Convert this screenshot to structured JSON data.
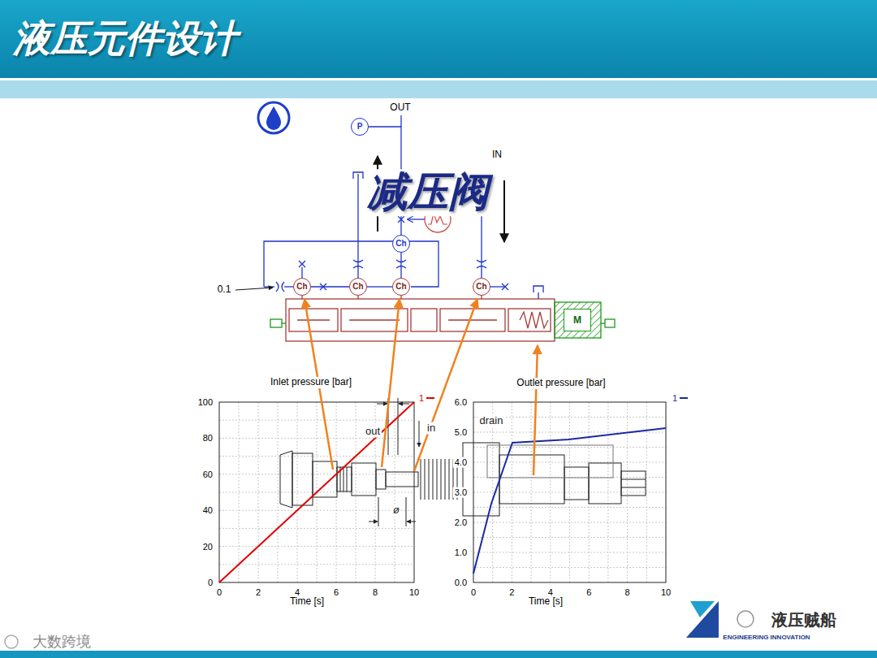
{
  "diagram": {
    "title": "液压元件设计",
    "nodes": [
      {
        "text": [
          "P"
        ]
      },
      {
        "text": [
          "Ch"
        ]
      },
      {
        "text": [
          "Ch"
        ]
      },
      {
        "text": [
          "Ch"
        ]
      },
      {
        "text": [
          "Ch"
        ]
      },
      {
        "text": [
          "Ch"
        ]
      },
      {
        "text": [
          "M"
        ]
      }
    ],
    "edges": [
      {
        "from": 0,
        "to": 1,
        "arrow": "none"
      },
      {
        "from": 1,
        "to": 4,
        "arrow": "none"
      },
      {
        "from": 2,
        "to": 3,
        "arrow": "none"
      },
      {
        "from": 3,
        "to": 4,
        "arrow": "none"
      }
    ],
    "labels": [
      "OUT",
      "IN",
      "减压阀",
      "0.1",
      "Inlet pressure [bar]",
      "out",
      "in",
      "ø",
      "100",
      "80",
      "60",
      "40",
      "20",
      "0",
      "0",
      "2",
      "4",
      "6",
      "8",
      "10",
      "Time [s]",
      "Outlet pressure [bar]",
      "drain",
      "6.0",
      "5.0",
      "4.0",
      "3.0",
      "2.0",
      "1.0",
      "0.0",
      "0",
      "2",
      "4",
      "6",
      "8",
      "10",
      "Time [s]",
      "液压贼船",
      "ENGINEERING INNOVATION",
      "大数跨境"
    ],
    "legend": [
      {
        "text": "1"
      },
      {
        "text": "1"
      }
    ]
  }
}
